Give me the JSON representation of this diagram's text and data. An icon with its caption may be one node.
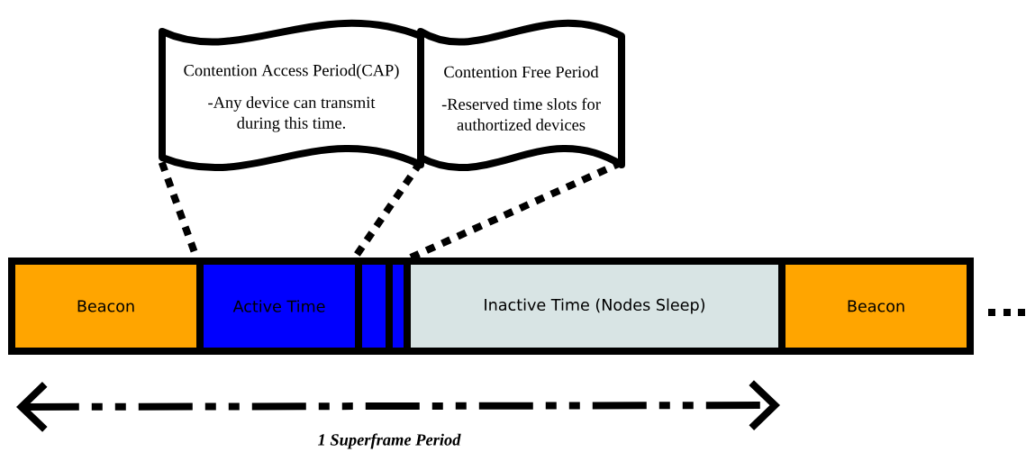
{
  "diagram": {
    "nodes": [
      {
        "text": [
          "Contention Access Period(CAP)",
          "-Any device can transmit during this time."
        ]
      },
      {
        "text": [
          "Contention Free Period",
          "-Reserved time slots for authortized devices"
        ]
      },
      {
        "text": [
          "Beacon"
        ]
      },
      {
        "text": [
          "Active Time"
        ]
      },
      {
        "text": [],
        "shape": "box"
      },
      {
        "text": [],
        "shape": "box"
      },
      {
        "text": [
          "Inactive Time (Nodes Sleep)"
        ]
      },
      {
        "text": [
          "Beacon"
        ]
      }
    ],
    "edges": [
      {
        "from": 0,
        "to": 3,
        "arrow": "none",
        "style": "dashed"
      },
      {
        "from": 1,
        "to": 4,
        "arrow": "none",
        "style": "dashed"
      },
      {
        "from": 1,
        "to": 5,
        "arrow": "none",
        "style": "dashed"
      }
    ],
    "labels": [
      "1 Superframe Period"
    ]
  }
}
